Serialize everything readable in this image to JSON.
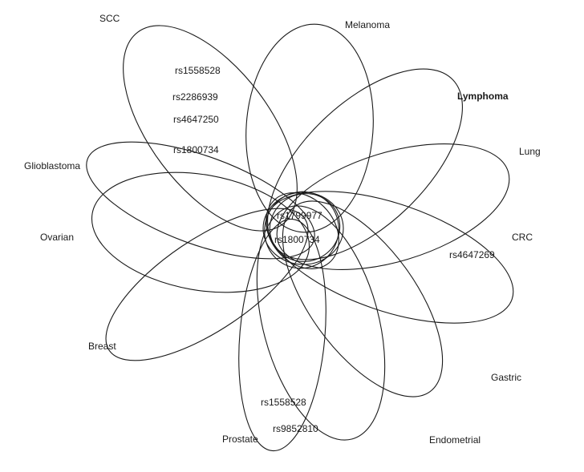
{
  "sets": [
    {
      "key": "scc",
      "label": "SCC"
    },
    {
      "key": "melanoma",
      "label": "Melanoma"
    },
    {
      "key": "lymphoma",
      "label": "Lymphoma"
    },
    {
      "key": "lung",
      "label": "Lung"
    },
    {
      "key": "crc",
      "label": "CRC"
    },
    {
      "key": "gastric",
      "label": "Gastric"
    },
    {
      "key": "endometrial",
      "label": "Endometrial"
    },
    {
      "key": "prostate",
      "label": "Prostate"
    },
    {
      "key": "breast",
      "label": "Breast"
    },
    {
      "key": "ovarian",
      "label": "Ovarian"
    },
    {
      "key": "glioblastoma",
      "label": "Glioblastoma"
    }
  ],
  "snps": {
    "scc": [
      "rs1558528",
      "rs2286939",
      "rs4647250",
      "rs1800734"
    ],
    "core": [
      "rs1799977",
      "rs1800734"
    ],
    "crc": [
      "rs4647269"
    ],
    "prostate": [
      "rs1558528",
      "rs9852810"
    ]
  }
}
